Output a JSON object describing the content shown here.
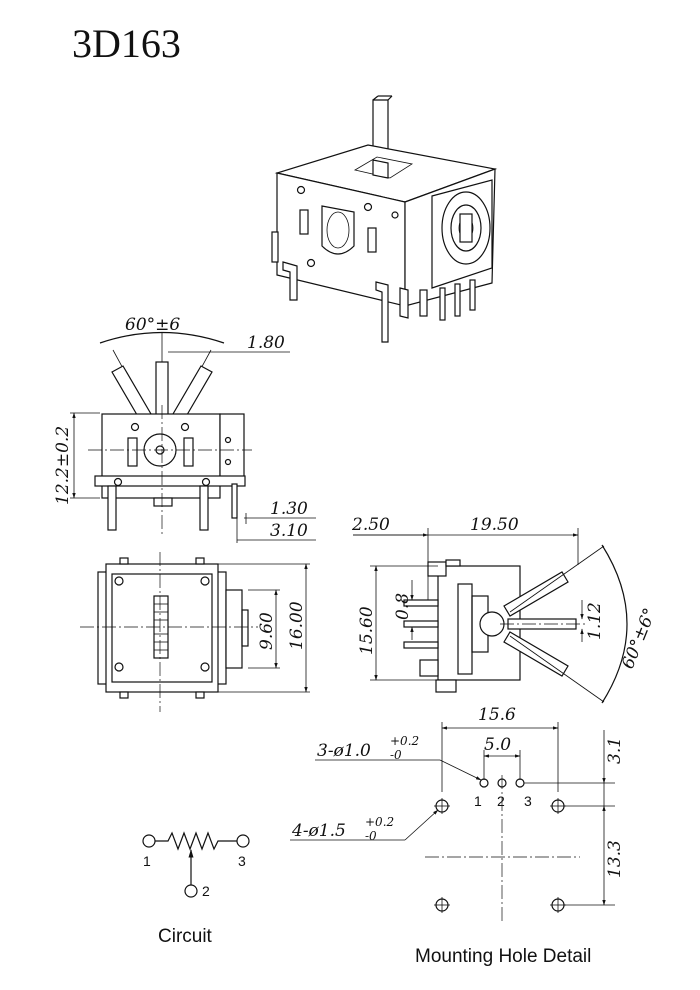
{
  "title": "3D163",
  "front_view": {
    "angle": "60°±6",
    "shaft_width": "1.80",
    "height": "12.2±0.2",
    "pin_offset": "1.30",
    "pin_pitch": "3.10"
  },
  "top_view": {
    "inner_width": "9.60",
    "outer_width": "16.00"
  },
  "side_view": {
    "left_offset": "2.50",
    "length": "19.50",
    "height": "15.60",
    "pin_dim": "0.8",
    "shaft_dim": "1.12",
    "angle": "60°±6°"
  },
  "mounting": {
    "small_holes": "3-ø1.0",
    "small_tol_plus": "+0.2",
    "small_tol_minus": "-0",
    "large_holes": "4-ø1.5",
    "large_tol_plus": "+0.2",
    "large_tol_minus": "-0",
    "width": "15.6",
    "pitch": "5.0",
    "offset_top": "3.1",
    "offset_side": "13.3",
    "pin1": "1",
    "pin2": "2",
    "pin3": "3",
    "caption": "Mounting Hole Detail"
  },
  "circuit": {
    "pin1": "1",
    "pin2": "2",
    "pin3": "3",
    "caption": "Circuit"
  }
}
